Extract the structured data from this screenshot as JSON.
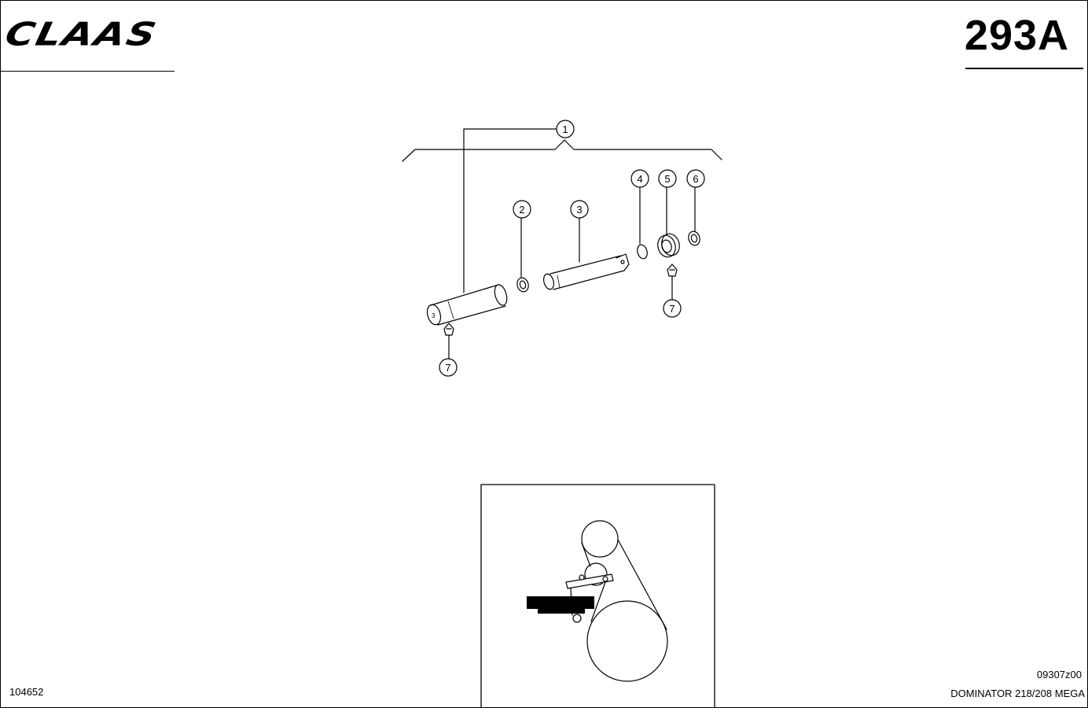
{
  "header": {
    "logo_text": "CLAAS",
    "page_number": "293A"
  },
  "diagram": {
    "callouts": {
      "c1": "1",
      "c2": "2",
      "c3": "3",
      "c4": "4",
      "c5": "5",
      "c6": "6",
      "c7a": "7",
      "c7b": "7"
    },
    "part_mark": "3"
  },
  "footer": {
    "doc_id": "104652",
    "drawing_code": "09307z00",
    "model": "DOMINATOR 218/208 MEGA"
  }
}
